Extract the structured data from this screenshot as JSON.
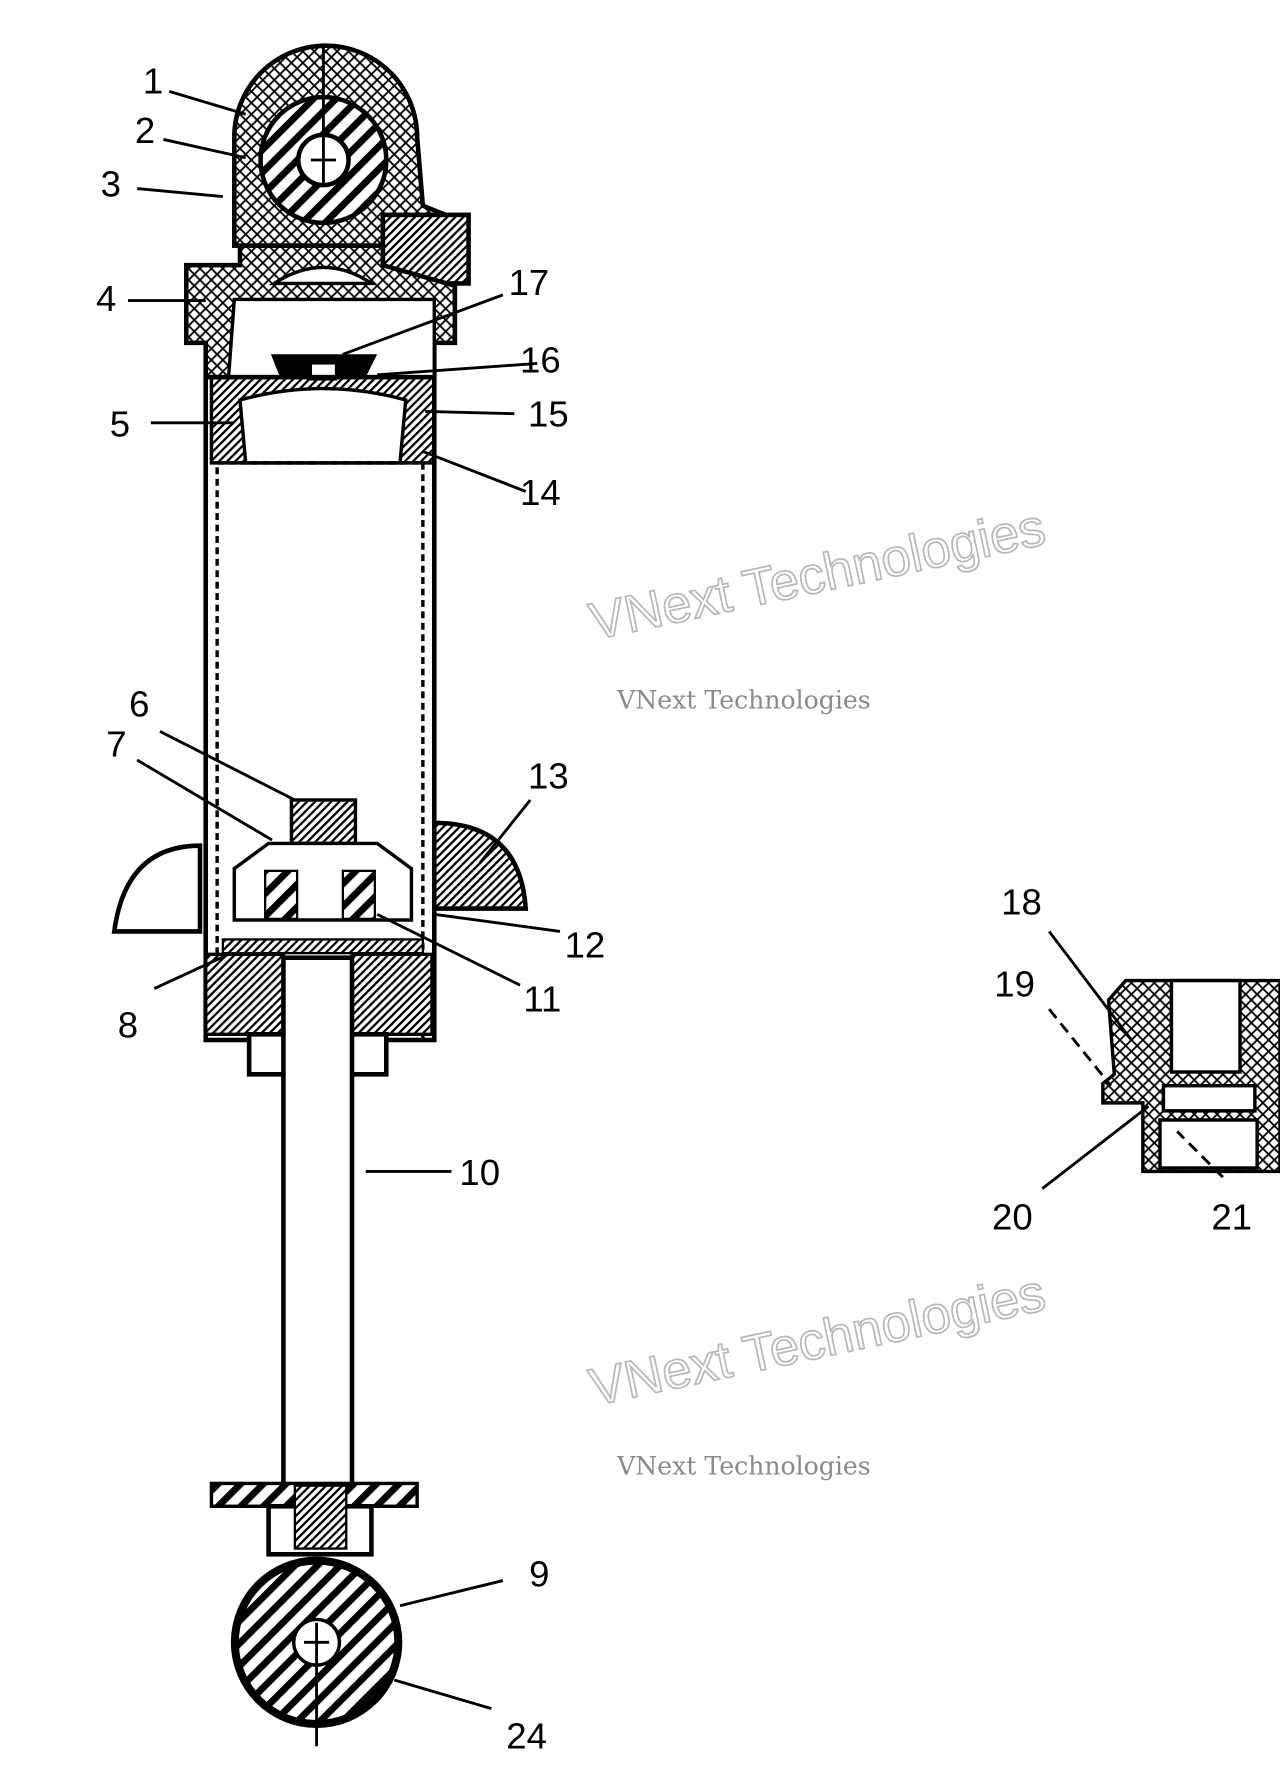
{
  "diagram": {
    "title": "Shock absorber cross-section parts diagram",
    "callouts": [
      "1",
      "2",
      "3",
      "4",
      "5",
      "6",
      "7",
      "8",
      "9",
      "10",
      "11",
      "12",
      "13",
      "14",
      "15",
      "16",
      "17",
      "18",
      "19",
      "20",
      "21",
      "24"
    ],
    "watermarks": [
      {
        "large": "VNext Technologies",
        "small": "VNext Technologies"
      },
      {
        "large": "VNext Technologies",
        "small": "VNext Technologies"
      }
    ]
  }
}
